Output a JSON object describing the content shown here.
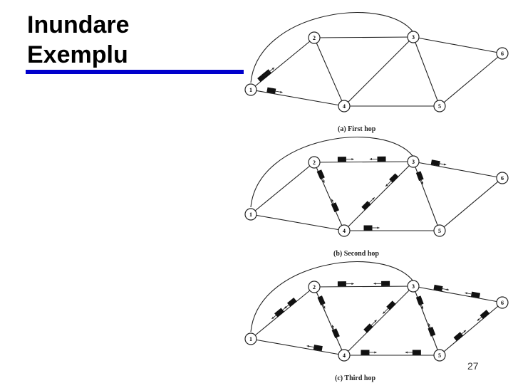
{
  "title": {
    "line1": "Inundare",
    "line2": "Exemplu"
  },
  "accent_color": "#0000cc",
  "figure": {
    "panels": [
      {
        "caption": "(a) First hop"
      },
      {
        "caption": "(b) Second hop"
      },
      {
        "caption": "(c) Third hop"
      }
    ],
    "node_labels": [
      "1",
      "2",
      "3",
      "4",
      "5",
      "6"
    ]
  },
  "page_number": "27"
}
